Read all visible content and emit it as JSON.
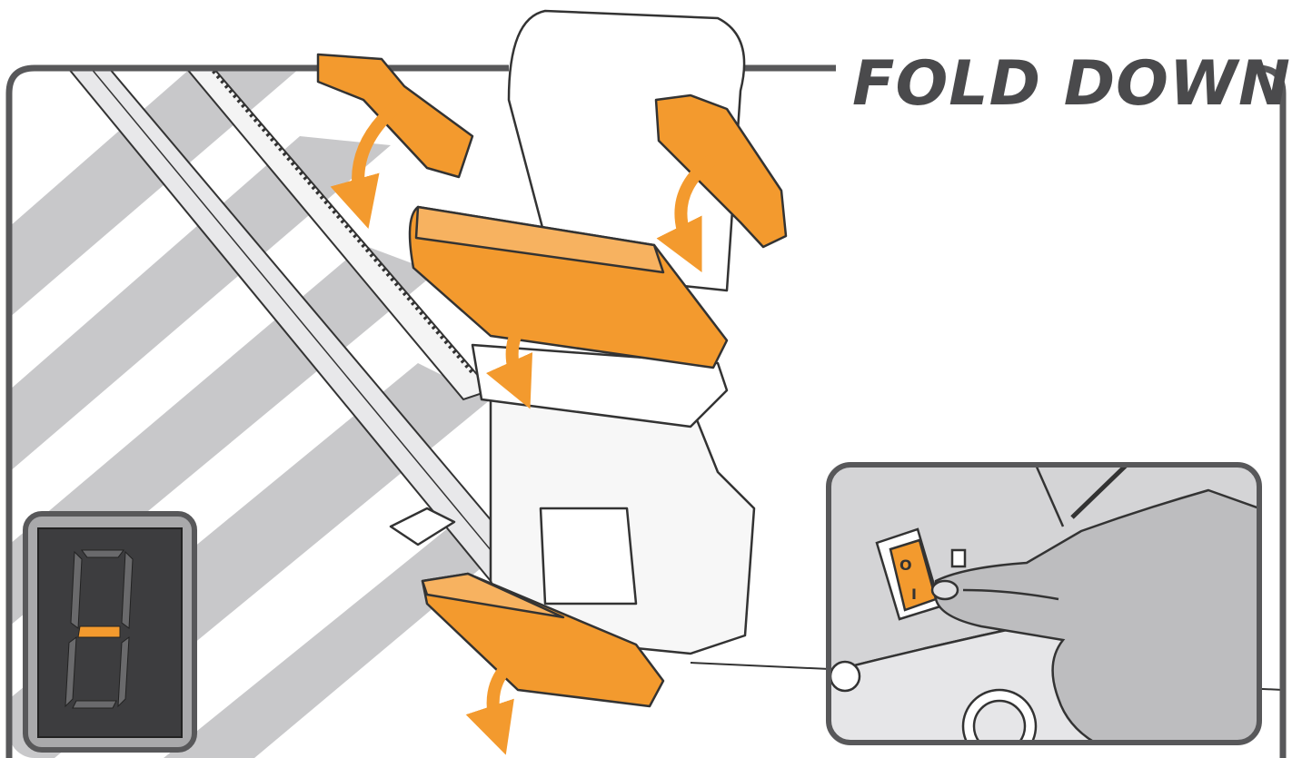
{
  "title": "FOLD DOWN",
  "colors": {
    "accent_orange": "#f39a2e",
    "frame_gray": "#58585a",
    "stair_gray": "#c8c8ca",
    "chair_white": "#ffffff",
    "display_bg": "#3d3d3f",
    "segment_on": "#f39a2e",
    "segment_off": "#6a6a6c",
    "glove_gray": "#bdbdbf"
  },
  "parts": {
    "backrest": "chair-backrest",
    "left_armrest": "left-armrest",
    "right_armrest": "right-armrest",
    "seat": "seat",
    "footrest": "footrest",
    "rail": "stair-rail"
  },
  "arrows": [
    "fold-left-armrest-arrow",
    "fold-right-armrest-arrow",
    "fold-seat-arrow",
    "fold-footrest-arrow"
  ],
  "display": {
    "lit_segments": [
      "g"
    ],
    "icon": "seven-segment-display"
  },
  "switch_inset": {
    "switch_labels": [
      "O",
      "I"
    ],
    "icon": "hand-pressing-switch"
  }
}
